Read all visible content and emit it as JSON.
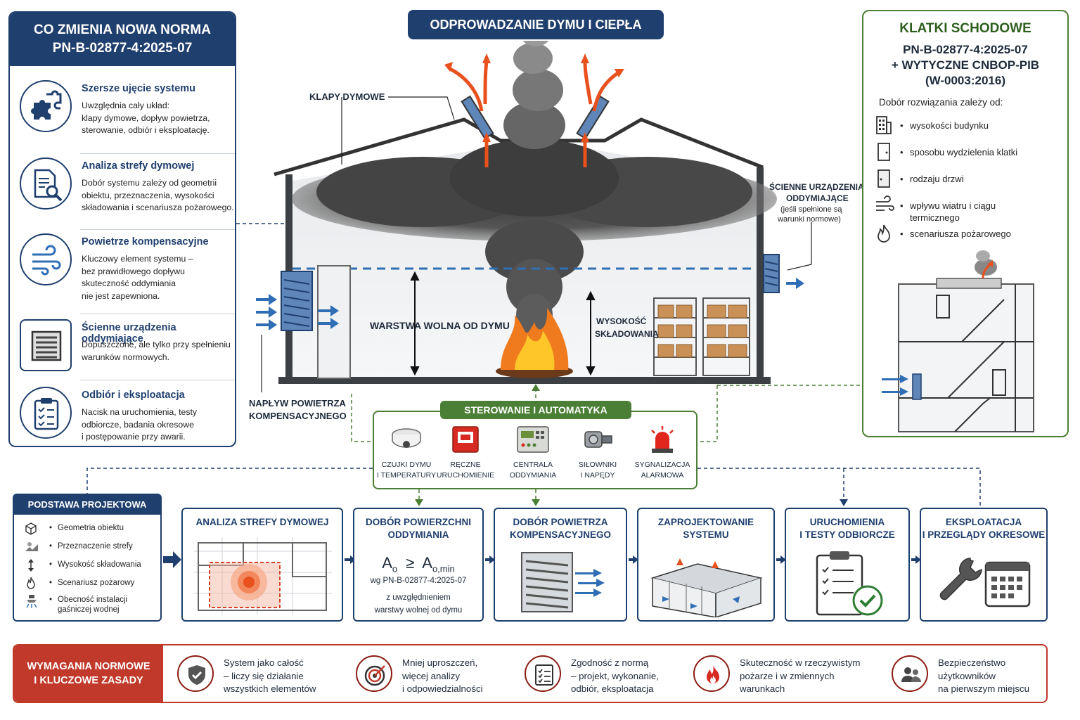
{
  "top_title": "ODPROWADZANIE DYMU I CIEPŁA",
  "left_panel": {
    "title_line1": "CO ZMIENIA NOWA NORMA",
    "title_line2": "PN-B-02877-4:2025-07",
    "items": [
      {
        "icon": "puzzle-icon",
        "title": "Szersze ujęcie systemu",
        "desc": "Uwzględnia cały układ:\nklapy dymowe, dopływ powietrza,\nsterowanie, odbiór i eksploatację."
      },
      {
        "icon": "document-search-icon",
        "title": "Analiza strefy dymowej",
        "desc": "Dobór systemu zależy od geometrii\nobiektu, przeznaczenia, wysokości\nskładowania i scenariusza pożarowego."
      },
      {
        "icon": "air-flow-icon",
        "title": "Powietrze kompensacyjne",
        "desc": "Kluczowy element systemu –\nbez prawidłowego dopływu\nskuteczność oddymiania\nnie jest zapewniona."
      },
      {
        "icon": "wall-vent-icon",
        "title": "Ścienne urządzenia oddymiające",
        "desc": "Dopuszczone, ale tylko przy spełnieniu\nwarunków normowych."
      },
      {
        "icon": "clipboard-icon",
        "title": "Odbiór i eksploatacja",
        "desc": "Nacisk na uruchomienia, testy\nodbiorcze, badania okresowe\ni postępowanie przy awarii."
      }
    ]
  },
  "building": {
    "smoke_vents_label": "KLAPY DYMOWE",
    "smoke_free_layer_label": "WARSTWA WOLNA OD DYMU",
    "storage_height_label_1": "WYSOKOŚĆ",
    "storage_height_label_2": "SKŁADOWANIA",
    "wall_devices_label_1": "ŚCIENNE URZĄDZENIA",
    "wall_devices_label_2": "ODDYMIAJĄCE",
    "wall_devices_note_1": "(jeśli spełnione są",
    "wall_devices_note_2": "warunki normowe)",
    "air_inflow_label_1": "NAPŁYW POWIETRZA",
    "air_inflow_label_2": "KOMPENSACYJNEGO"
  },
  "right_panel": {
    "title": "KLATKI SCHODOWE",
    "sub1": "PN-B-02877-4:2025-07",
    "sub2": "+ WYTYCZNE CNBOP-PIB",
    "sub3": "(W-0003:2016)",
    "intro": "Dobór rozwiązania zależy od:",
    "items": [
      {
        "icon": "building-icon",
        "text": "wysokości budynku"
      },
      {
        "icon": "door-icon",
        "text": "sposobu wydzielenia klatki"
      },
      {
        "icon": "door-type-icon",
        "text": "rodzaju drzwi"
      },
      {
        "icon": "wind-icon",
        "text": "wpływu wiatru i ciągu\ntermicznego"
      },
      {
        "icon": "fire-icon",
        "text": "scenariusza pożarowego"
      }
    ]
  },
  "automation": {
    "title": "STEROWANIE I AUTOMATYKA",
    "items": [
      {
        "icon": "smoke-detector-icon",
        "label": "CZUJKI DYMU\nI TEMPERATURY"
      },
      {
        "icon": "manual-call-point-icon",
        "label": "RĘCZNE\nURUCHOMIENIE"
      },
      {
        "icon": "control-panel-icon",
        "label": "CENTRALA\nODDYMIANIA"
      },
      {
        "icon": "actuator-icon",
        "label": "SIŁOWNIKI\nI NAPĘDY"
      },
      {
        "icon": "alarm-light-icon",
        "label": "SYGNALIZACJA\nALARMOWA"
      }
    ]
  },
  "process": {
    "base": {
      "title": "PODSTAWA PROJEKTOWA",
      "items": [
        {
          "icon": "cube-icon",
          "text": "Geometria obiektu"
        },
        {
          "icon": "zone-icon",
          "text": "Przeznaczenie strefy"
        },
        {
          "icon": "height-arrow-icon",
          "text": "Wysokość składowania"
        },
        {
          "icon": "flame-icon",
          "text": "Scenariusz pożarowy"
        },
        {
          "icon": "sprinkler-icon",
          "text": "Obecność instalacji\ngaśniczej wodnej"
        }
      ]
    },
    "steps": [
      {
        "title": "ANALIZA STREFY DYMOWEJ"
      },
      {
        "title": "DOBÓR POWIERZCHNI\nODDYMIANIA",
        "formula_lhs": "A",
        "formula_lhs_sub": "o",
        "formula_op": "≥",
        "formula_rhs": "A",
        "formula_rhs_sub": "o,min",
        "note1": "wg PN-B-02877-4:2025-07",
        "note2": "z uwzględnieniem",
        "note3": "warstwy wolnej od dymu"
      },
      {
        "title": "DOBÓR POWIETRZA\nKOMPENSACYJNEGO"
      },
      {
        "title": "ZAPROJEKTOWANIE\nSYSTEMU"
      },
      {
        "title": "URUCHOMIENIA\nI TESTY ODBIORCZE"
      },
      {
        "title": "EKSPLOATACJA\nI PRZEGLĄDY OKRESOWE"
      }
    ]
  },
  "bottom": {
    "title": "WYMAGANIA NORMOWE\nI KLUCZOWE ZASADY",
    "items": [
      {
        "icon": "shield-check-icon",
        "text": "System jako całość\n– liczy się działanie\nwszystkich elementów"
      },
      {
        "icon": "target-icon",
        "text": "Mniej uproszczeń,\nwięcej analizy\ni odpowiedzialności"
      },
      {
        "icon": "checklist-icon",
        "text": "Zgodność z normą\n– projekt, wykonanie,\nodbiór, eksploatacja"
      },
      {
        "icon": "fire-icon",
        "text": "Skuteczność w rzeczywistym\npożarze i w zmiennych\nwarunkach"
      },
      {
        "icon": "users-icon",
        "text": "Bezpieczeństwo\nużytkowników\nna pierwszym miejscu"
      }
    ]
  },
  "colors": {
    "navy": "#1f3f6e",
    "green": "#4b7f35",
    "red": "#c0392b",
    "fire": "#e8501e",
    "air": "#2f6db5"
  }
}
